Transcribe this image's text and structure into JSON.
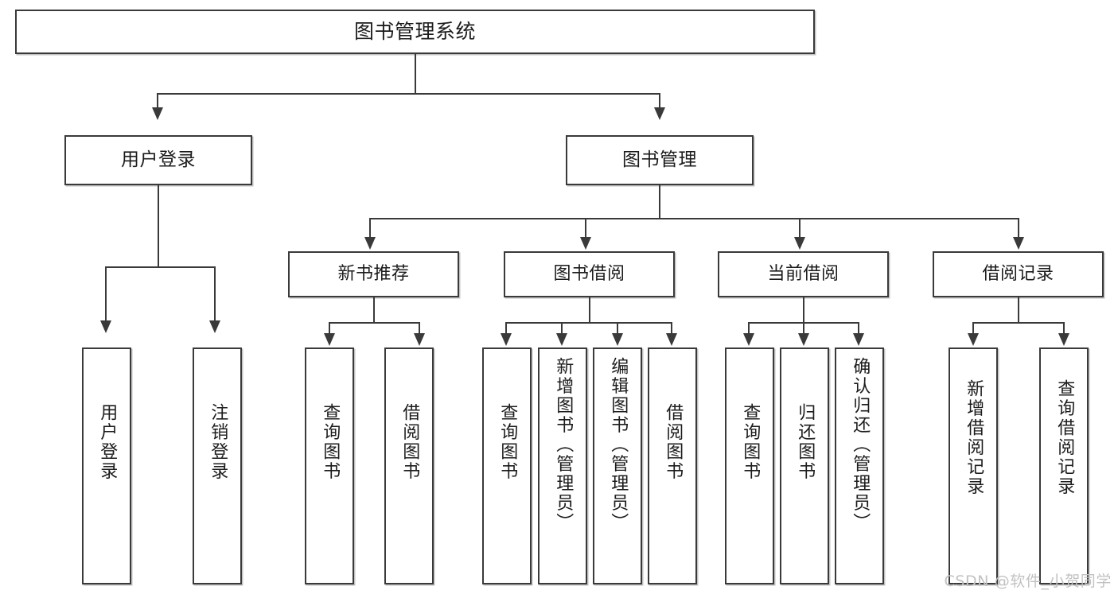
{
  "diagram": {
    "title": "图书管理系统",
    "type": "tree",
    "watermark": "CSDN @软件_小贺同学",
    "colors": {
      "stroke": "#3a3a3a",
      "fill": "#ffffff",
      "text": "#1c1c1c",
      "watermark": "#c2c2c2"
    },
    "nodes": {
      "root": "图书管理系统",
      "level2": [
        {
          "label": "用户登录"
        },
        {
          "label": "图书管理"
        }
      ],
      "level3": [
        {
          "label": "新书推荐"
        },
        {
          "label": "图书借阅"
        },
        {
          "label": "当前借阅"
        },
        {
          "label": "借阅记录"
        }
      ],
      "leaves": {
        "user_login": [
          {
            "label": "用户登录"
          },
          {
            "label": "注销登录"
          }
        ],
        "new_book": [
          {
            "label": "查询图书"
          },
          {
            "label": "借阅图书"
          }
        ],
        "book_borrow": [
          {
            "label": "查询图书"
          },
          {
            "label": "新增图书（管理员）"
          },
          {
            "label": "编辑图书（管理员）"
          },
          {
            "label": "借阅图书"
          }
        ],
        "current_borrow": [
          {
            "label": "查询图书"
          },
          {
            "label": "归还图书"
          },
          {
            "label": "确认归还（管理员）"
          }
        ],
        "borrow_record": [
          {
            "label": "新增借阅记录"
          },
          {
            "label": "查询借阅记录"
          }
        ]
      }
    }
  }
}
